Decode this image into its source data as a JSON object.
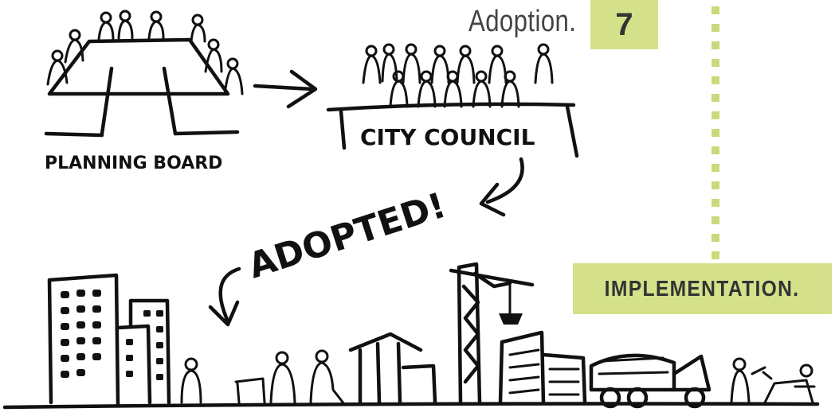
{
  "step": {
    "title": "Adoption.",
    "number": "7",
    "accent_color": "#d4e18a"
  },
  "sketch": {
    "planning_board_label": "PLANNING BOARD",
    "city_council_label": "CITY COUNCIL",
    "adopted_label": "ADOPTED!",
    "implementation_label": "IMPLEMENTATION."
  },
  "icons": [
    "arrow-right-icon",
    "curved-arrow-icon",
    "crane-icon",
    "cement-truck-icon",
    "building-icon",
    "house-frame-icon"
  ]
}
